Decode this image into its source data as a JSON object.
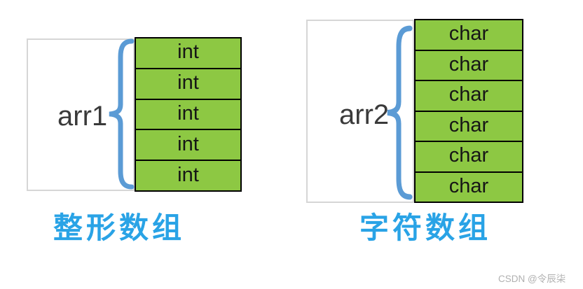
{
  "figures": [
    {
      "id": "arr1",
      "label": "arr1",
      "cell_type": "int",
      "cells": [
        "int",
        "int",
        "int",
        "int",
        "int"
      ],
      "cell_count": 5,
      "caption": "整形数组"
    },
    {
      "id": "arr2",
      "label": "arr2",
      "cell_type": "char",
      "cells": [
        "char",
        "char",
        "char",
        "char",
        "char",
        "char"
      ],
      "cell_count": 6,
      "caption": "字符数组"
    }
  ],
  "watermark": "CSDN @令辰柒",
  "icons": {
    "brace": "curly-brace-left-icon"
  },
  "colors": {
    "cell_fill": "#8dc843",
    "cell_border": "#000000",
    "box_border": "#d6d6d6",
    "brace": "#5b9bd5",
    "label_text": "#3a3a3a",
    "caption": "#29a3e6",
    "watermark": "#b0b0b0"
  }
}
